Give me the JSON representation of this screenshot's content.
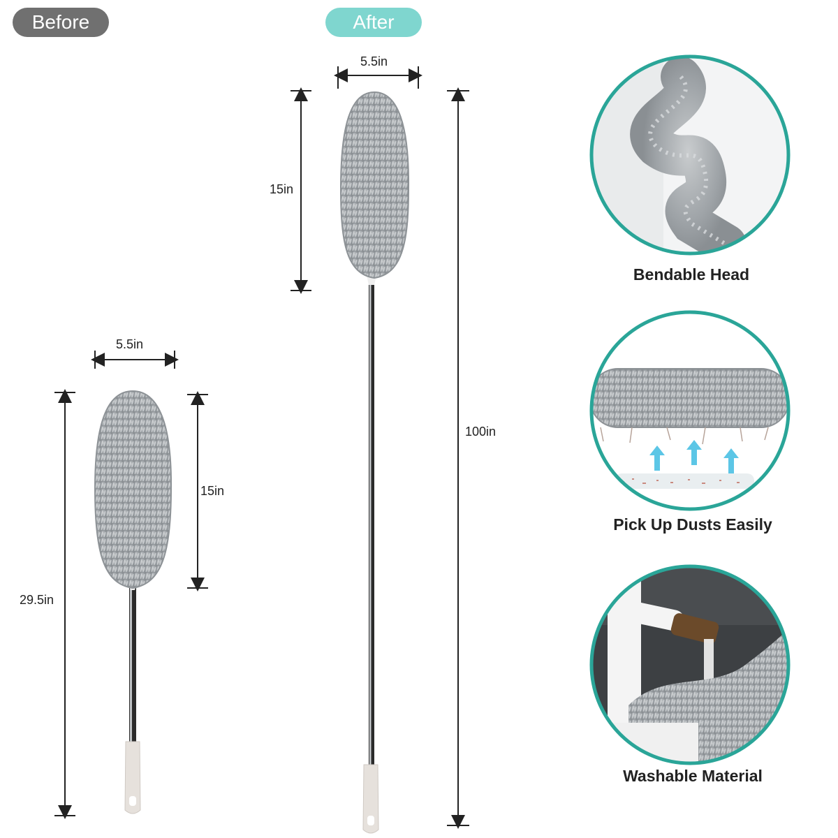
{
  "labels": {
    "before": "Before",
    "after": "After"
  },
  "before": {
    "width": "5.5in",
    "head_length": "15in",
    "total_length": "29.5in"
  },
  "after": {
    "width": "5.5in",
    "head_length": "15in",
    "total_length": "100in"
  },
  "features": [
    {
      "caption": "Bendable Head"
    },
    {
      "caption": "Pick Up Dusts Easily"
    },
    {
      "caption": "Washable Material"
    }
  ],
  "colors": {
    "before_pill": "#707070",
    "after_pill": "#7fd6cf",
    "circle_border": "#2aa598",
    "duster_grey": "#9aa0a4",
    "arrow_blue": "#5cc6e6"
  }
}
